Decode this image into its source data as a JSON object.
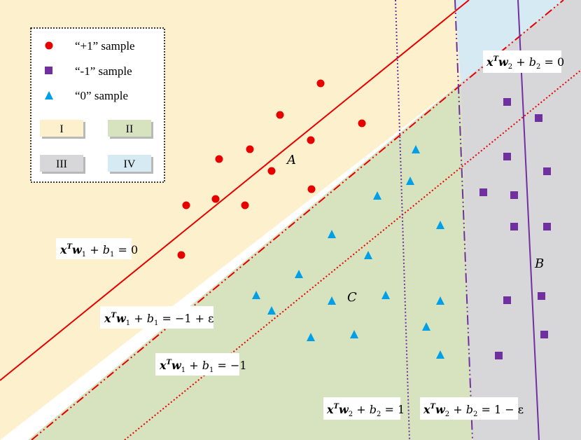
{
  "colors": {
    "region_I": "#fdf0cc",
    "region_II": "#d7e3be",
    "region_III": "#d7d7d9",
    "region_IV": "#d6eaf4",
    "positive": "#e60000",
    "negative": "#7030a0",
    "zero": "#00a0e8",
    "line_red": "#e60000",
    "line_purple": "#7030a0"
  },
  "legend": {
    "items": [
      {
        "marker": "circle",
        "label": "“+1”  sample"
      },
      {
        "marker": "square",
        "label": "“-1”  sample"
      },
      {
        "marker": "triangle",
        "label": "“0”  sample"
      }
    ],
    "regions": [
      {
        "label": "I",
        "color_key": "region_I"
      },
      {
        "label": "II",
        "color_key": "region_II"
      },
      {
        "label": "III",
        "color_key": "region_III"
      },
      {
        "label": "IV",
        "color_key": "region_IV"
      }
    ]
  },
  "region_letters": {
    "A": "A",
    "B": "B",
    "C": "C"
  },
  "equations": {
    "eq1": {
      "lhs": "x",
      "sup": "T",
      "w": "w",
      "sub": "1",
      "rest": " + b",
      "rsub": "1",
      "rhs": " = 0"
    },
    "eq2": {
      "lhs": "x",
      "sup": "T",
      "w": "w",
      "sub": "1",
      "rest": " + b",
      "rsub": "1",
      "rhs": " = −1 + ε"
    },
    "eq3": {
      "lhs": "x",
      "sup": "T",
      "w": "w",
      "sub": "1",
      "rest": " + b",
      "rsub": "1",
      "rhs": " = −1"
    },
    "eq4": {
      "lhs": "x",
      "sup": "T",
      "w": "w",
      "sub": "2",
      "rest": " + b",
      "rsub": "2",
      "rhs": " = 0"
    },
    "eq5": {
      "lhs": "x",
      "sup": "T",
      "w": "w",
      "sub": "2",
      "rest": " + b",
      "rsub": "2",
      "rhs": " = 1"
    },
    "eq6": {
      "lhs": "x",
      "sup": "T",
      "w": "w",
      "sub": "2",
      "rest": " + b",
      "rsub": "2",
      "rhs": " = 1 − ε"
    }
  }
}
